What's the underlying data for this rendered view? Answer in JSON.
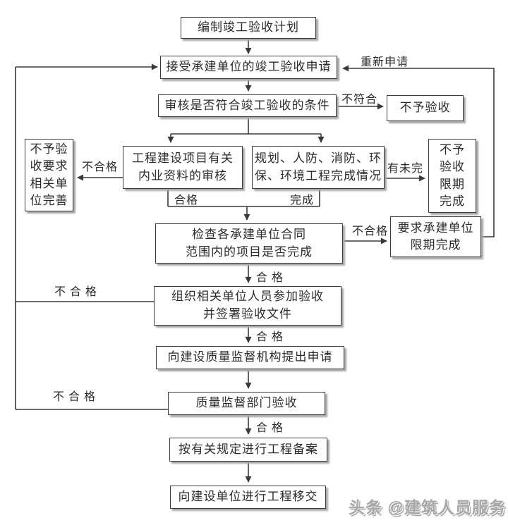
{
  "diagram": {
    "nodes": {
      "prepare_plan": "编制竣工验收计划",
      "accept_application": "接受承建单位的竣工验收申请",
      "review_conditions": "审核是否符合竣工验收的条件",
      "internal_docs_review": "工程建设项目有关\n内业资料的审核",
      "special_works_status": "规划、人防、消防、环\n保、环境工程完成情况",
      "check_contract_scope": "检查各承建单位合同\n范围内的项目是否完成",
      "organize_acceptance": "组织相关单位人员参加验收\n并签署验收文件",
      "apply_supervision": "向建设质量监督机构提出申请",
      "quality_dept_acceptance": "质量监督部门验收",
      "project_filing": "按有关规定进行工程备案",
      "project_handover": "向建设单位进行工程移交",
      "no_acceptance": "不予验收",
      "no_acceptance_improve": "不予验\n收要求\n相关单\n位完善",
      "no_acceptance_deadline": "不予\n验收\n限期\n完成",
      "require_contractor_deadline": "要求承建单位\n限期完成"
    },
    "edge_labels": {
      "reapply": "重新申请",
      "not_conform": "不符合",
      "unqualified_docs": "不合格",
      "unfinished": "有未完",
      "qualified_docs": "合格",
      "completed": "完成",
      "unqualified_scope": "不合格",
      "qualified_scope": "合 格",
      "unqualified_sign": "不 合 格",
      "qualified_sign": "合 格",
      "unqualified_quality": "不 合 格",
      "qualified_quality": "合 格"
    },
    "colors": {
      "line": "#3a3a3a",
      "box_border": "#3c3c3c",
      "box_background": "#ffffff",
      "box_shadow": "#a8a8a8",
      "page_background": "#ffffff",
      "watermark": "#a9a9a9"
    }
  },
  "watermark": {
    "text": "头条 @建筑人员服务"
  }
}
